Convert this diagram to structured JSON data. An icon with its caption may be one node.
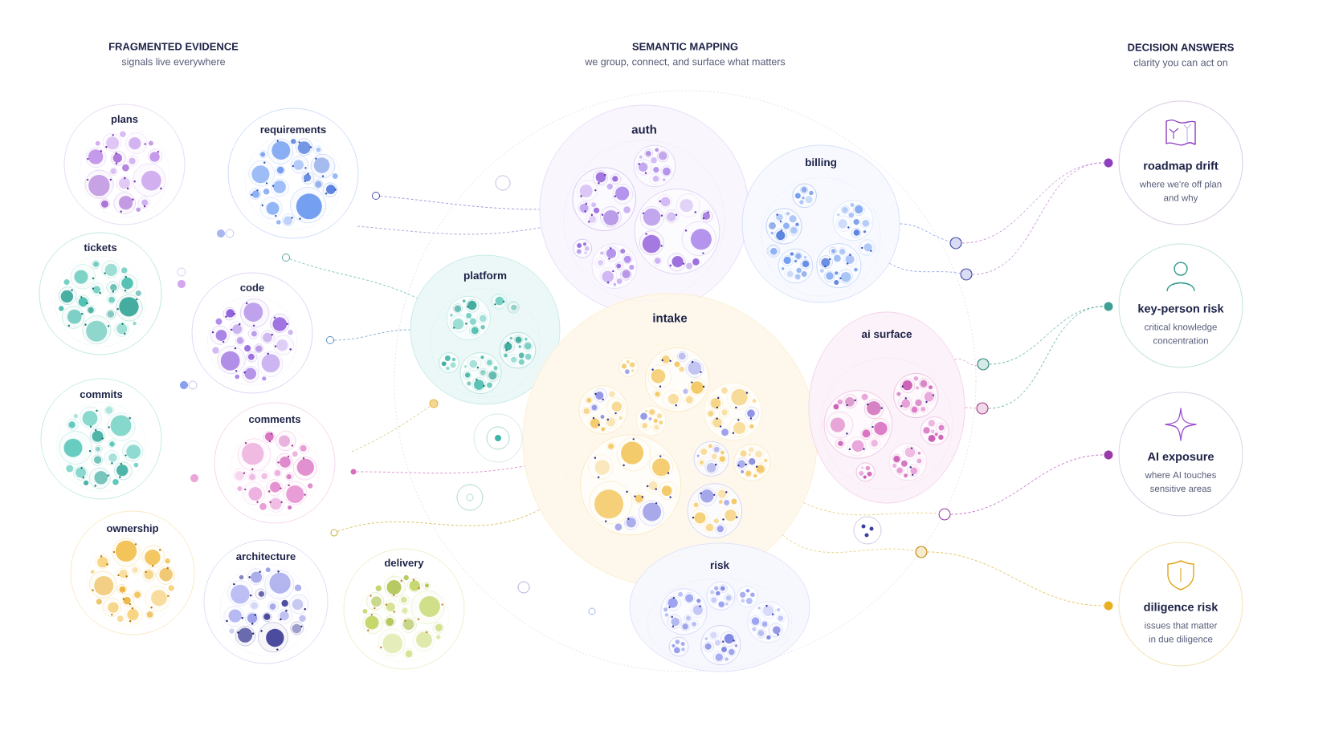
{
  "diagram": {
    "nodes": [
      {
        "text": [
          "plans"
        ]
      },
      {
        "text": [
          "requirements"
        ]
      },
      {
        "text": [
          "tickets"
        ]
      },
      {
        "text": [
          "code"
        ]
      },
      {
        "text": [
          "commits"
        ]
      },
      {
        "text": [
          "comments"
        ]
      },
      {
        "text": [
          "ownership"
        ]
      },
      {
        "text": [
          "architecture"
        ]
      },
      {
        "text": [
          "delivery"
        ]
      },
      {
        "text": [
          "auth"
        ]
      },
      {
        "text": [
          "billing"
        ]
      },
      {
        "text": [
          "platform"
        ]
      },
      {
        "text": [
          "intake"
        ]
      },
      {
        "text": [
          "ai surface"
        ]
      },
      {
        "text": [
          "risk"
        ]
      },
      {
        "text": [
          "roadmap drift",
          "where we're off plan and why"
        ]
      },
      {
        "text": [
          "key-person risk",
          "critical knowledge concentration"
        ]
      },
      {
        "text": [
          "AI exposure",
          "where AI touches sensitive areas"
        ]
      },
      {
        "text": [
          "diligence risk",
          "issues that matter in due diligence"
        ]
      },
      {
        "text": [],
        "shape": "circle"
      },
      {
        "text": [],
        "shape": "circle"
      },
      {
        "text": [],
        "shape": "circle"
      },
      {
        "text": [],
        "shape": "circle"
      },
      {
        "text": [],
        "shape": "circle"
      },
      {
        "text": [],
        "shape": "circle"
      },
      {
        "text": [],
        "shape": "circle"
      },
      {
        "text": [],
        "shape": "circle"
      },
      {
        "text": [],
        "shape": "circle"
      },
      {
        "text": [],
        "shape": "circle"
      },
      {
        "text": [],
        "shape": "circle"
      },
      {
        "text": [],
        "shape": "circle"
      },
      {
        "text": [],
        "shape": "circle"
      },
      {
        "text": [],
        "shape": "circle"
      },
      {
        "text": [],
        "shape": "circle"
      },
      {
        "text": [],
        "shape": "circle"
      }
    ],
    "edges": [
      {
        "from": 29,
        "to": 9,
        "arrow": "none",
        "style": "dashed",
        "color": "#9d8ad8"
      },
      {
        "from": 30,
        "to": 11,
        "arrow": "none",
        "style": "dashed",
        "color": "#6cc1b6"
      },
      {
        "from": 31,
        "to": 11,
        "arrow": "none",
        "style": "dashed",
        "color": "#7aa7c7"
      },
      {
        "from": 32,
        "to": 12,
        "arrow": "none",
        "style": "dashed",
        "color": "#d88ac6"
      },
      {
        "from": 33,
        "to": 12,
        "arrow": "none",
        "style": "dashed",
        "color": "#d6bb4e"
      },
      {
        "from": 10,
        "to": 19,
        "arrow": "none",
        "style": "dashed",
        "color": "#8ea4e6"
      },
      {
        "from": 10,
        "to": 20,
        "arrow": "none",
        "style": "dashed",
        "color": "#8ea4e6"
      },
      {
        "from": 19,
        "to": 25,
        "arrow": "none",
        "style": "dashed",
        "color": "#c58ad8"
      },
      {
        "from": 20,
        "to": 25,
        "arrow": "none",
        "style": "dashed",
        "color": "#c58ad8"
      },
      {
        "from": 13,
        "to": 21,
        "arrow": "none",
        "style": "dashed",
        "color": "#e29bcf"
      },
      {
        "from": 13,
        "to": 22,
        "arrow": "none",
        "style": "dashed",
        "color": "#e29bcf"
      },
      {
        "from": 21,
        "to": 26,
        "arrow": "none",
        "style": "dashed",
        "color": "#5fb0a6"
      },
      {
        "from": 22,
        "to": 26,
        "arrow": "none",
        "style": "dashed",
        "color": "#5fb0a6"
      },
      {
        "from": 12,
        "to": 23,
        "arrow": "none",
        "style": "dashed",
        "color": "#e6cf7a"
      },
      {
        "from": 23,
        "to": 27,
        "arrow": "none",
        "style": "dashed",
        "color": "#c063c4"
      },
      {
        "from": 12,
        "to": 24,
        "arrow": "none",
        "style": "dashed",
        "color": "#e6cf7a"
      },
      {
        "from": 24,
        "to": 28,
        "arrow": "none",
        "style": "dashed",
        "color": "#e8bd4a"
      },
      {
        "from": null,
        "to": 9,
        "arrow": "none",
        "style": "dashed",
        "color": "#aa9ad8"
      },
      {
        "from": null,
        "to": 34,
        "arrow": "none",
        "style": "dashed",
        "color": "#d9c77a"
      }
    ],
    "labels": [
      "FRAGMENTED EVIDENCE",
      "signals live everywhere",
      "SEMANTIC MAPPING",
      "we group, connect, and surface what matters",
      "DECISION ANSWERS",
      "clarity you can act on"
    ]
  }
}
